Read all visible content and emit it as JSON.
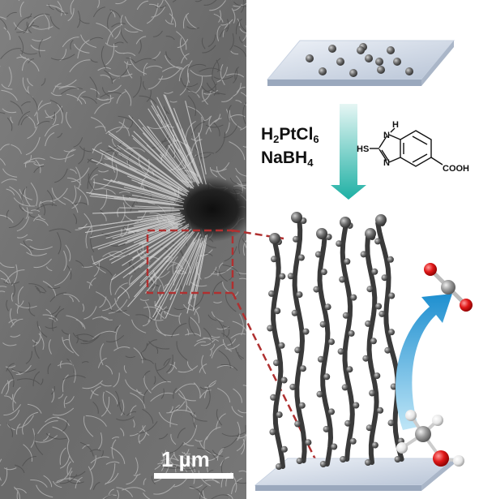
{
  "reagents": {
    "line1": {
      "prefix": "H",
      "sub1": "2",
      "mid": "PtCl",
      "sub2": "6"
    },
    "line2": {
      "prefix": "NaBH",
      "sub1": "4"
    }
  },
  "ligand": {
    "atom_n_top": "N",
    "atom_h": "H",
    "atom_n_bottom": "N",
    "group_left": "HS",
    "group_right": "COOH"
  },
  "scale_bar": {
    "label": "1 µm"
  },
  "colors": {
    "sem_base": "#6f6f6f",
    "sem_dark": "#141414",
    "zoom_box": "#b03030",
    "process_arrow": "#22b2a8",
    "reaction_arrow": "#1e8fd0",
    "substrate": "#c9d3e2",
    "oxygen": "#e01818",
    "carbon": "#8a8a8a",
    "hydrogen": "#f2f2f2"
  }
}
